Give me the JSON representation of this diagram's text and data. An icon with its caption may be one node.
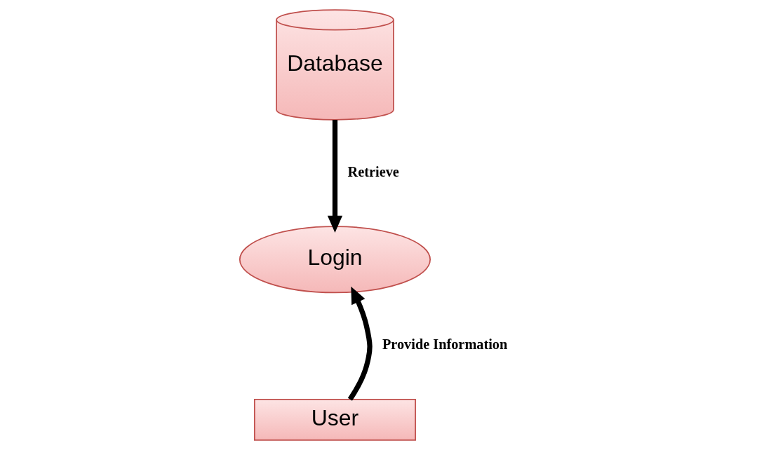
{
  "diagram": {
    "nodes": [
      {
        "text": [
          "Database"
        ]
      },
      {
        "text": [
          "Login"
        ]
      },
      {
        "text": [
          "User"
        ]
      }
    ],
    "edges": [
      {
        "from": 0,
        "to": 1,
        "arrow": "to",
        "label": "Retrieve"
      },
      {
        "from": 2,
        "to": 1,
        "arrow": "to",
        "label": "Provide Information"
      }
    ]
  }
}
